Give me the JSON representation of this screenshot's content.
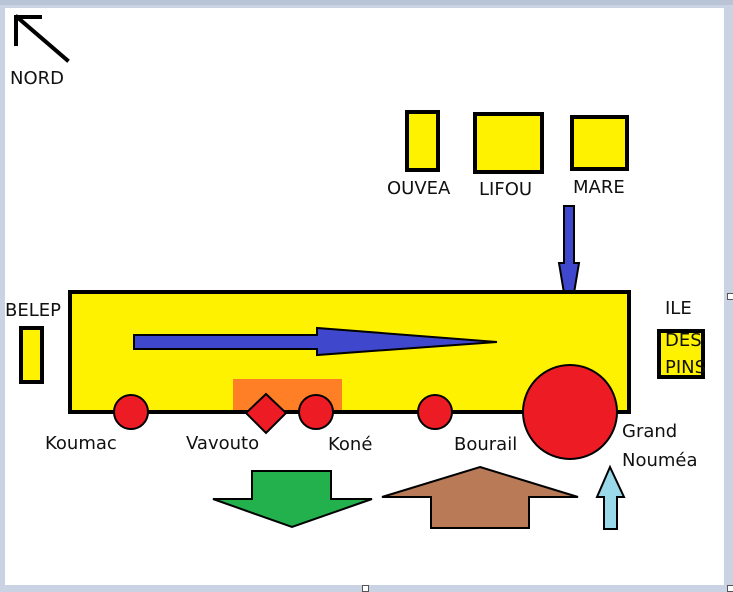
{
  "compass": {
    "label": "NORD",
    "icon": "north-arrow-icon"
  },
  "islands": {
    "ouvea": "OUVEA",
    "lifou": "LIFOU",
    "mare": "MARE",
    "belep": "BELEP",
    "ile_des_pins": [
      "ILE",
      "DES",
      "PINS"
    ]
  },
  "cities": {
    "koumac": "Koumac",
    "vavouto": "Vavouto",
    "kone": "Koné",
    "bourail": "Bourail",
    "grand_noumea": [
      "Grand",
      "Nouméa"
    ]
  },
  "colors": {
    "land": "#fff200",
    "city": "#ed1c24",
    "zone": "#ff7f27",
    "flow_blue": "#3f48cc",
    "flow_green": "#22b14c",
    "flow_brown": "#b97a57",
    "flow_lightblue": "#99d9ea",
    "outline": "#000000"
  }
}
